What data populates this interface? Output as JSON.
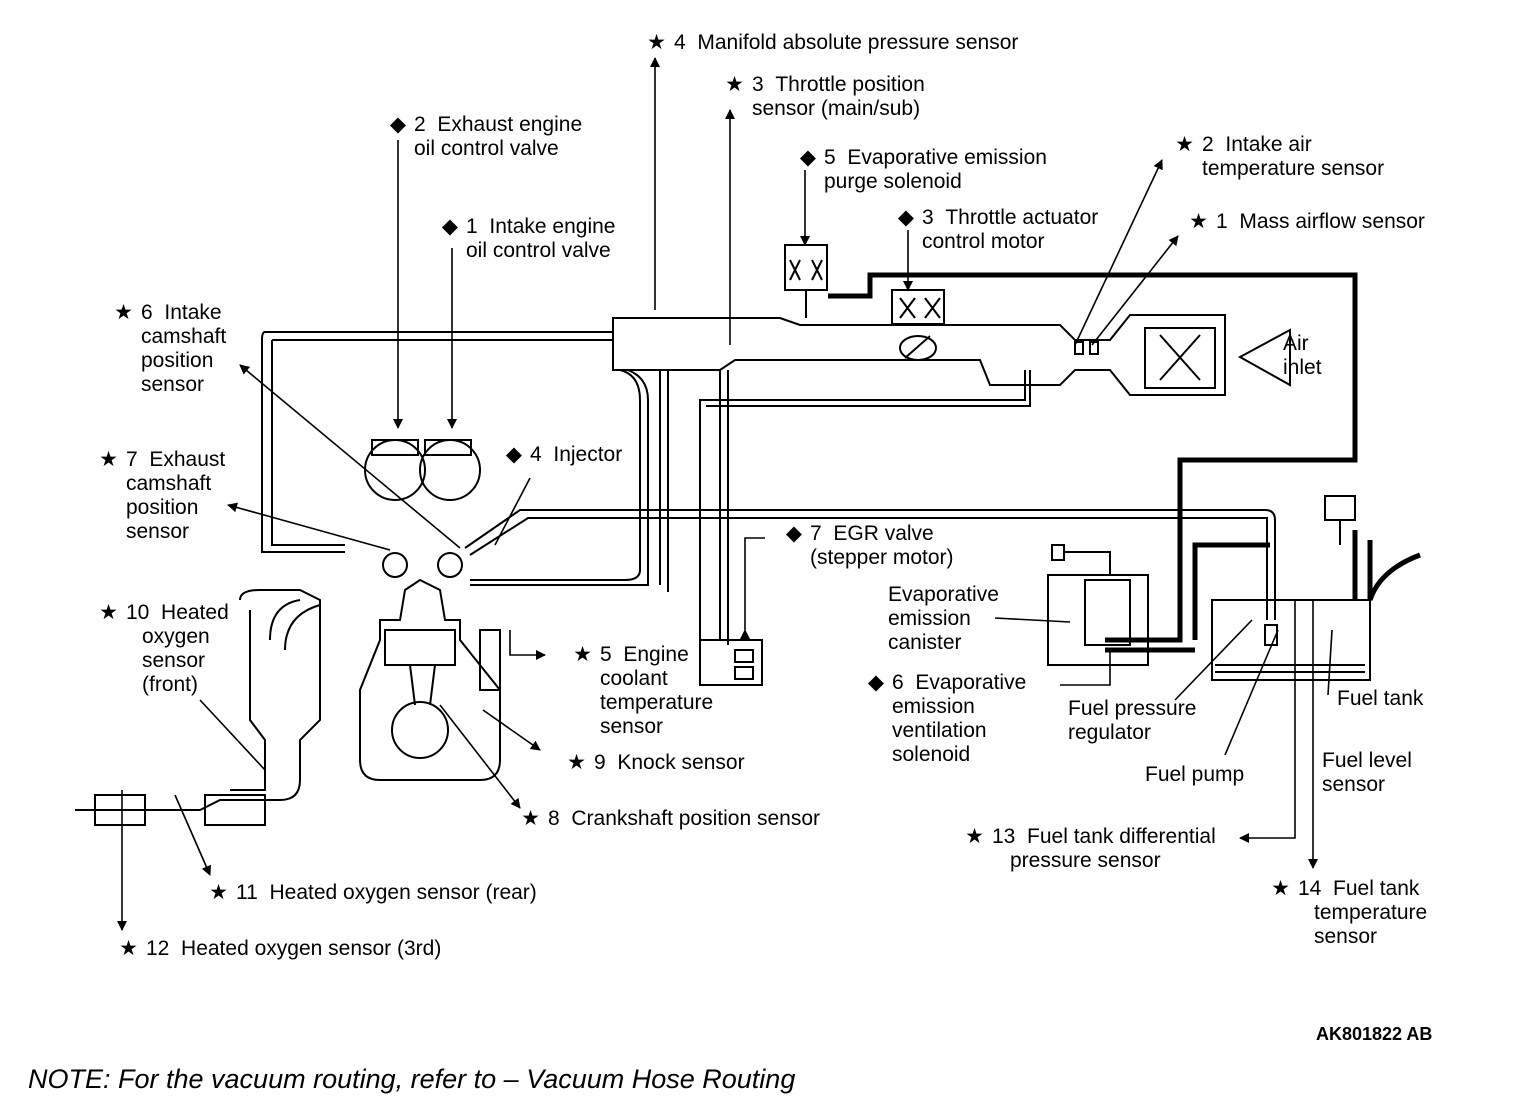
{
  "diagram": {
    "labels": [
      {
        "id": "map",
        "marker": "★",
        "num": "4",
        "lines": [
          "Manifold absolute pressure sensor"
        ]
      },
      {
        "id": "tps",
        "marker": "★",
        "num": "3",
        "lines": [
          "Throttle position",
          "sensor (main/sub)"
        ]
      },
      {
        "id": "exh-ocv",
        "marker": "◆",
        "num": "2",
        "lines": [
          "Exhaust engine",
          "oil control valve"
        ]
      },
      {
        "id": "purge",
        "marker": "◆",
        "num": "5",
        "lines": [
          "Evaporative emission",
          "purge solenoid"
        ]
      },
      {
        "id": "iat",
        "marker": "★",
        "num": "2",
        "lines": [
          "Intake air",
          "temperature sensor"
        ]
      },
      {
        "id": "int-ocv",
        "marker": "◆",
        "num": "1",
        "lines": [
          "Intake engine",
          "oil control valve"
        ]
      },
      {
        "id": "throttle-motor",
        "marker": "◆",
        "num": "3",
        "lines": [
          "Throttle actuator",
          "control motor"
        ]
      },
      {
        "id": "maf",
        "marker": "★",
        "num": "1",
        "lines": [
          "Mass airflow sensor"
        ]
      },
      {
        "id": "int-cmp",
        "marker": "★",
        "num": "6",
        "lines": [
          "Intake",
          "camshaft",
          "position",
          "sensor"
        ]
      },
      {
        "id": "injector",
        "marker": "◆",
        "num": "4",
        "lines": [
          "Injector"
        ]
      },
      {
        "id": "exh-cmp",
        "marker": "★",
        "num": "7",
        "lines": [
          "Exhaust",
          "camshaft",
          "position",
          "sensor"
        ]
      },
      {
        "id": "egr",
        "marker": "◆",
        "num": "7",
        "lines": [
          "EGR valve",
          "(stepper motor)"
        ]
      },
      {
        "id": "ho2s-front",
        "marker": "★",
        "num": "10",
        "lines": [
          "Heated",
          "oxygen",
          "sensor",
          "(front)"
        ]
      },
      {
        "id": "ect",
        "marker": "★",
        "num": "5",
        "lines": [
          "Engine",
          "coolant",
          "temperature",
          "sensor"
        ]
      },
      {
        "id": "vent",
        "marker": "◆",
        "num": "6",
        "lines": [
          "Evaporative",
          "emission",
          "ventilation",
          "solenoid"
        ]
      },
      {
        "id": "knock",
        "marker": "★",
        "num": "9",
        "lines": [
          "Knock sensor"
        ]
      },
      {
        "id": "ckp",
        "marker": "★",
        "num": "8",
        "lines": [
          "Crankshaft position sensor"
        ]
      },
      {
        "id": "ho2s-rear",
        "marker": "★",
        "num": "11",
        "lines": [
          "Heated oxygen sensor (rear)"
        ]
      },
      {
        "id": "ho2s-3rd",
        "marker": "★",
        "num": "12",
        "lines": [
          "Heated oxygen sensor (3rd)"
        ]
      },
      {
        "id": "ftdp",
        "marker": "★",
        "num": "13",
        "lines": [
          "Fuel tank differential",
          "pressure sensor"
        ]
      },
      {
        "id": "ftt",
        "marker": "★",
        "num": "14",
        "lines": [
          "Fuel tank",
          "temperature",
          "sensor"
        ]
      }
    ],
    "plain_labels": [
      {
        "id": "air-inlet",
        "lines": [
          "Air",
          "inlet"
        ]
      },
      {
        "id": "canister",
        "lines": [
          "Evaporative",
          "emission",
          "canister"
        ]
      },
      {
        "id": "fpr",
        "lines": [
          "Fuel pressure",
          "regulator"
        ]
      },
      {
        "id": "fuel-pump",
        "lines": [
          "Fuel pump"
        ]
      },
      {
        "id": "fuel-tank",
        "lines": [
          "Fuel tank"
        ]
      },
      {
        "id": "fuel-level",
        "lines": [
          "Fuel level",
          "sensor"
        ]
      }
    ],
    "figure_code": "AK801822 AB",
    "note": "NOTE: For the vacuum routing, refer to  – Vacuum Hose Routing"
  }
}
